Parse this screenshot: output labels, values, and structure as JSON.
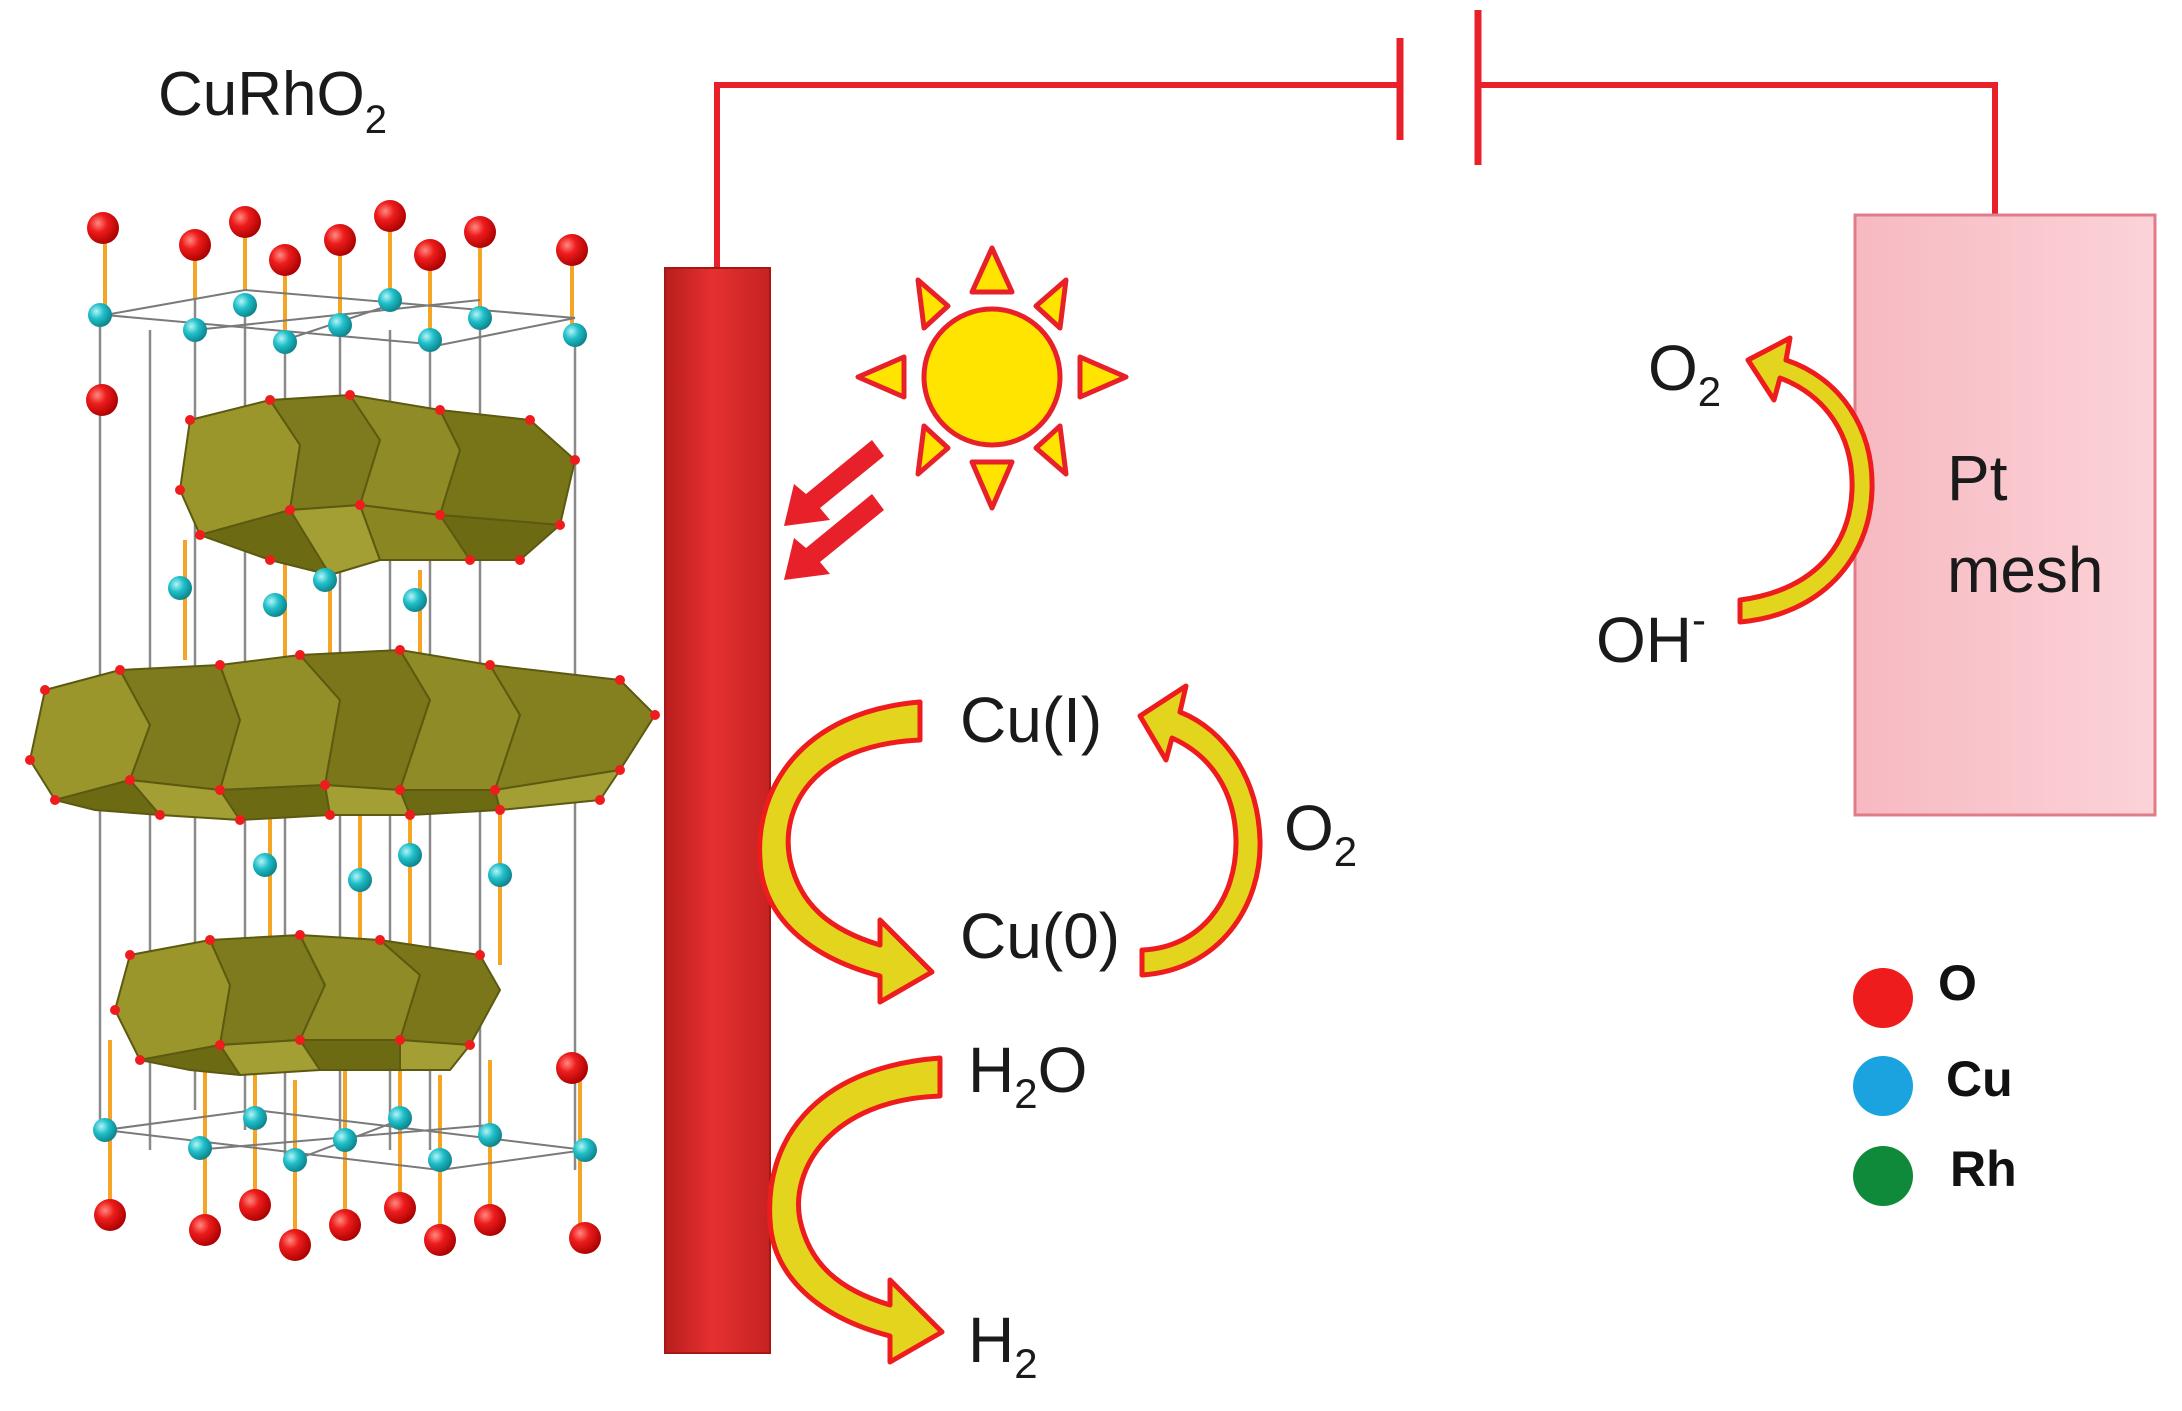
{
  "title": {
    "main": "CuRhO",
    "sub": "2"
  },
  "pt_electrode": {
    "line1": "Pt",
    "line2": "mesh"
  },
  "anode_reaction": {
    "product_main": "O",
    "product_sub": "2",
    "reactant_main": "OH",
    "reactant_sup": "-"
  },
  "cu_cycle": {
    "cu1": "Cu(I)",
    "cu0": "Cu(0)",
    "oxidant_main": "O",
    "oxidant_sub": "2"
  },
  "water_reaction": {
    "reactant_a": "H",
    "reactant_sub": "2",
    "reactant_b": "O",
    "product_main": "H",
    "product_sub": "2"
  },
  "legend": [
    {
      "label": "O",
      "color": "#ee1c1c"
    },
    {
      "label": "Cu",
      "color": "#1aa3df"
    },
    {
      "label": "Rh",
      "color": "#0f8a3a"
    }
  ],
  "colors": {
    "wire": "#e8202a",
    "electrode": "#e32b2b",
    "pt_mesh": "#f7c6cc",
    "sun_fill": "#ffe400",
    "sun_stroke": "#e8202a",
    "arrow_fill": "#e3d51e",
    "arrow_stroke": "#ee1c1c",
    "octahedron": "#8e8a25",
    "atom_o": "#ee1c1c",
    "atom_cu": "#1fbfc9"
  },
  "icons": [
    "sun-icon",
    "light-ray-arrows",
    "battery-symbol"
  ]
}
